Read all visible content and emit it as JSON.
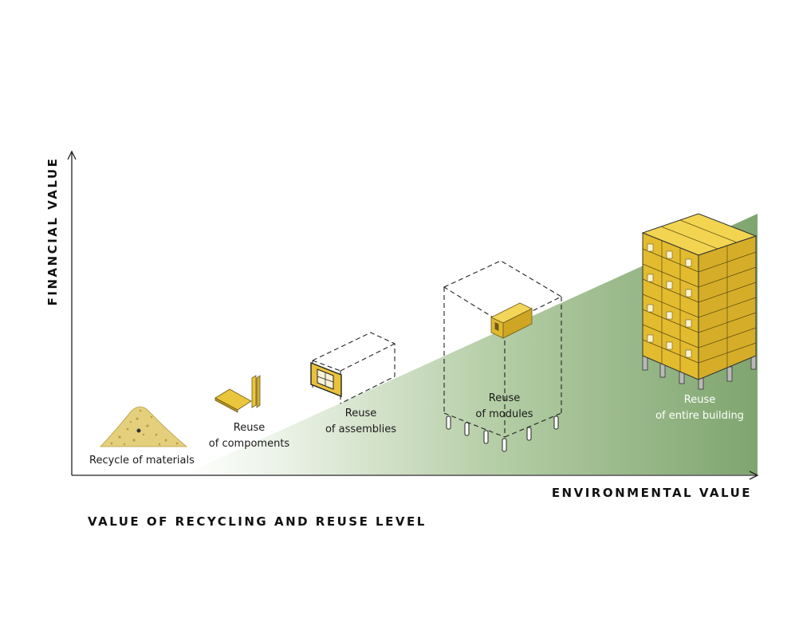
{
  "diagram": {
    "y_axis_title": "FINANCIAL VALUE",
    "x_axis_title": "ENVIRONMENTAL VALUE",
    "main_title": "VALUE OF RECYCLING AND REUSE LEVEL",
    "stages": [
      {
        "line1": "Recycle of materials",
        "line2": ""
      },
      {
        "line1": "Reuse",
        "line2": "of compoments"
      },
      {
        "line1": "Reuse",
        "line2": "of assemblies"
      },
      {
        "line1": "Reuse",
        "line2": "of modules"
      },
      {
        "line1": "Reuse",
        "line2": "of entire building"
      }
    ]
  },
  "colors": {
    "green_light": "#f3f7f0",
    "green_dark": "#7fa56f",
    "module_yellow": "#e8c23a",
    "axis": "#222222"
  }
}
